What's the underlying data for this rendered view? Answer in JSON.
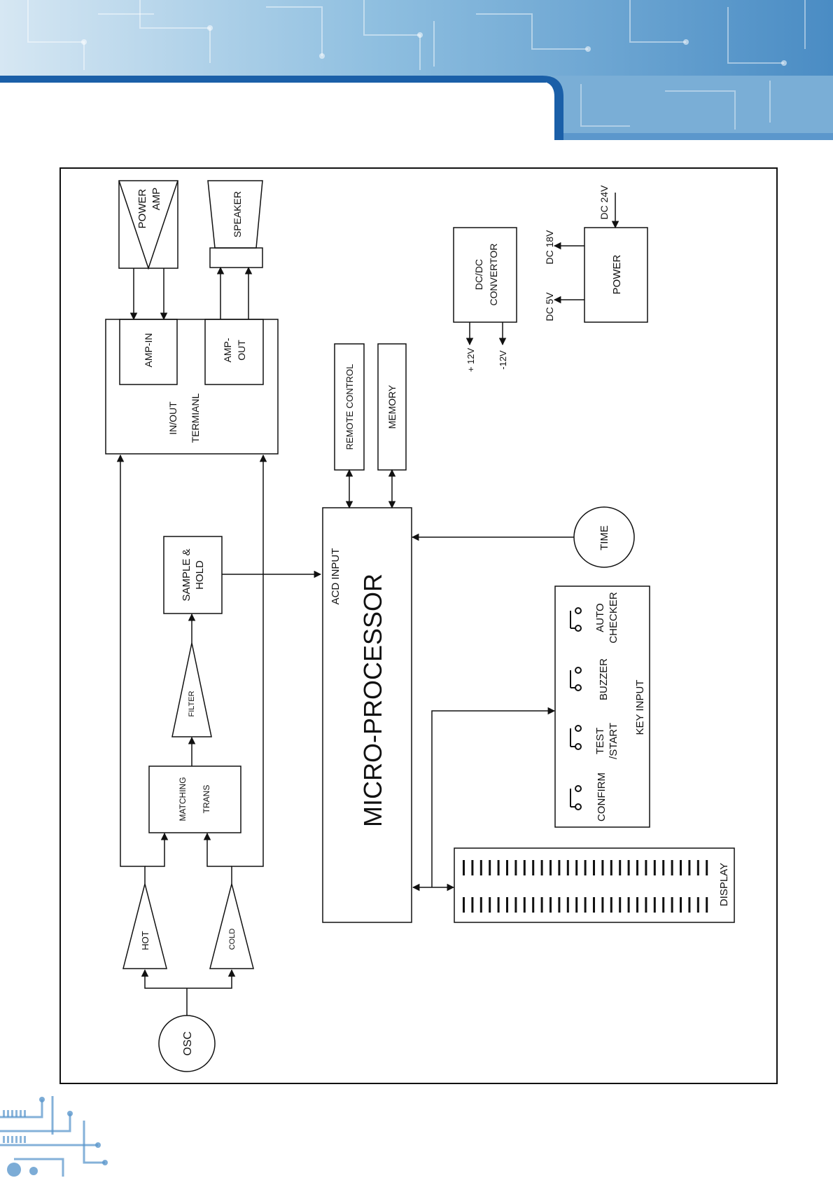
{
  "diagram": {
    "labels": {
      "power_amp_1": "POWER",
      "power_amp_2": "AMP",
      "speaker": "SPEAKER",
      "amp_in": "AMP-IN",
      "amp_out_1": "AMP-",
      "amp_out_2": "OUT",
      "in_out_1": "IN/OUT",
      "in_out_2": "TERMIANL",
      "remote_control": "REMOTE CONTROL",
      "memory": "MEMORY",
      "dcdc_1": "DC/DC",
      "dcdc_2": "CONVERTOR",
      "plus_12v": "+ 12V",
      "minus_12v": "-12V",
      "dc5v": "DC 5V",
      "dc18v": "DC 18V",
      "dc24v": "DC 24V",
      "power": "POWER",
      "sample_hold_1": "SAMPLE &",
      "sample_hold_2": "HOLD",
      "filter": "FILTER",
      "matching_1": "MATCHING",
      "matching_2": "TRANS",
      "acd_input": "ACD INPUT",
      "microprocessor": "MICRO-PROCESSOR",
      "time": "TIME",
      "confirm": "CONFIRM",
      "test_1": "TEST",
      "test_2": "/START",
      "buzzer": "BUZZER",
      "auto_1": "AUTO",
      "auto_2": "CHECKER",
      "key_input": "KEY INPUT",
      "display": "DISPLAY",
      "hot": "HOT",
      "cold": "COLD",
      "osc": "OSC"
    }
  },
  "colors": {
    "banner_dark": "#1a5fa8",
    "banner_light": "#cfe3f2",
    "line": "#111111"
  }
}
